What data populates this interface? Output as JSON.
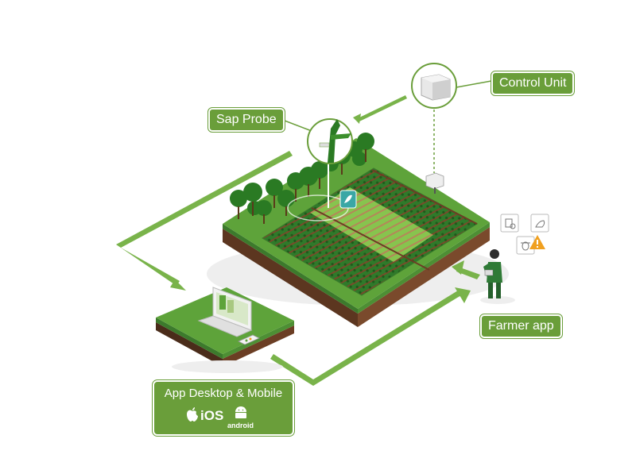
{
  "labels": {
    "sap_probe": "Sap Probe",
    "control_unit": "Control Unit",
    "farmer_app": "Farmer app",
    "app_desktop_mobile": "App Desktop & Mobile",
    "ios": "iOS",
    "android": "android"
  },
  "colors": {
    "brand_green": "#6a9e3a",
    "field_green": "#5ea33a",
    "soil_brown": "#6b3e24",
    "arrow_green": "#79b34a",
    "warning_orange": "#f0a020",
    "sensor_teal": "#3aa7a5"
  },
  "icons": [
    "apple-icon",
    "android-icon",
    "laptop-icon",
    "phone-icon",
    "tablet-icon",
    "document-icon",
    "pest-icon",
    "warning-icon",
    "control-unit-icon",
    "sensor-icon"
  ]
}
